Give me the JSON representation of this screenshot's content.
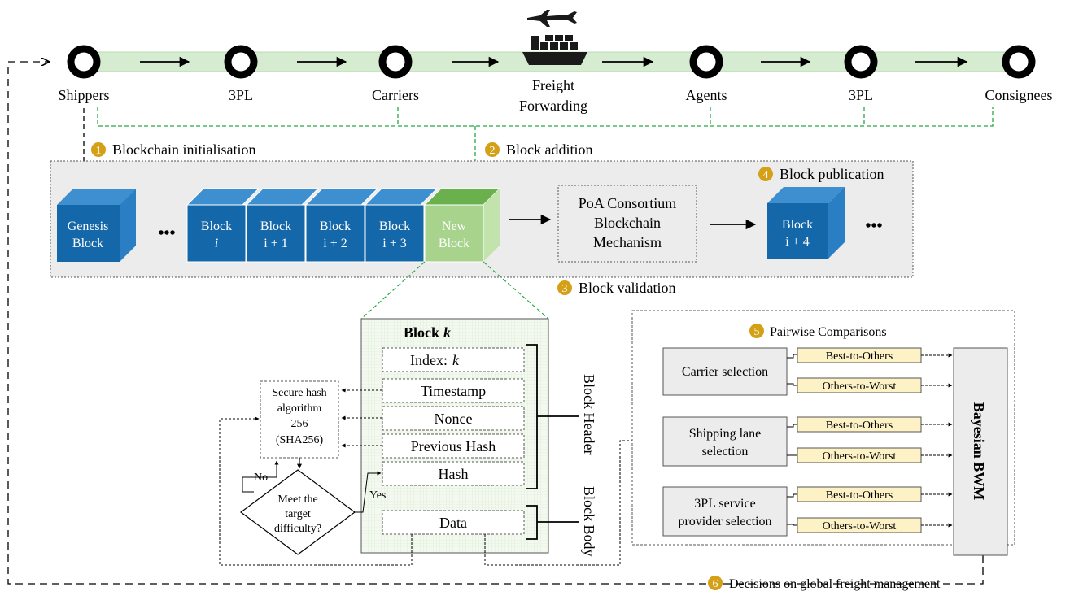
{
  "supply_chain": {
    "nodes": [
      "Shippers",
      "3PL",
      "Carriers",
      "Freight",
      "Forwarding",
      "Agents",
      "3PL",
      "Consignees"
    ]
  },
  "steps": {
    "s1": {
      "num": "1",
      "label": "Blockchain initialisation"
    },
    "s2": {
      "num": "2",
      "label": "Block addition"
    },
    "s3": {
      "num": "3",
      "label": "Block validation"
    },
    "s4": {
      "num": "4",
      "label": "Block publication"
    },
    "s5": {
      "num": "5",
      "label": "Pairwise Comparisons"
    },
    "s6": {
      "num": "6",
      "label": "Decisions on global freight management"
    }
  },
  "chain": {
    "genesis": [
      "Genesis",
      "Block"
    ],
    "ellipsis": "•••",
    "blocks": [
      {
        "line1": "Block",
        "line2": "i"
      },
      {
        "line1": "Block",
        "line2": "i + 1"
      },
      {
        "line1": "Block",
        "line2": "i + 2"
      },
      {
        "line1": "Block",
        "line2": "i + 3"
      }
    ],
    "new_block": [
      "New",
      "Block"
    ],
    "poa": [
      "PoA Consortium",
      "Blockchain",
      "Mechanism"
    ],
    "published": {
      "line1": "Block",
      "line2": "i + 4"
    }
  },
  "block_detail": {
    "title": "Block",
    "title_var": "k",
    "index": "Index:",
    "index_var": "k",
    "fields": [
      "Timestamp",
      "Nonce",
      "Previous Hash",
      "Hash",
      "Data"
    ],
    "header_label": "Block Header",
    "body_label": "Block Body"
  },
  "hash": {
    "lines": [
      "Secure hash",
      "algorithm",
      "256",
      "(SHA256)"
    ],
    "decision": [
      "Meet the",
      "target",
      "difficulty?"
    ],
    "no": "No",
    "yes": "Yes"
  },
  "bwm": {
    "groups": [
      {
        "lines": [
          "Carrier selection"
        ]
      },
      {
        "lines": [
          "Shipping lane",
          "selection"
        ]
      },
      {
        "lines": [
          "3PL service",
          "provider selection"
        ]
      }
    ],
    "best": "Best-to-Others",
    "worst": "Others-to-Worst",
    "method": "Bayesian BWM"
  },
  "colors": {
    "block_front": "#1467a8",
    "block_top": "#3d8fd0",
    "block_side": "#2a7ec4",
    "new_front": "#a8d38d",
    "new_top": "#6ab04c",
    "new_side": "#c2e3ab",
    "pipeline": "#d5ecd0",
    "green_dash": "#28a745",
    "badge": "#d4a017",
    "panel": "#ececec",
    "pair_fill": "#fdf1c6"
  }
}
